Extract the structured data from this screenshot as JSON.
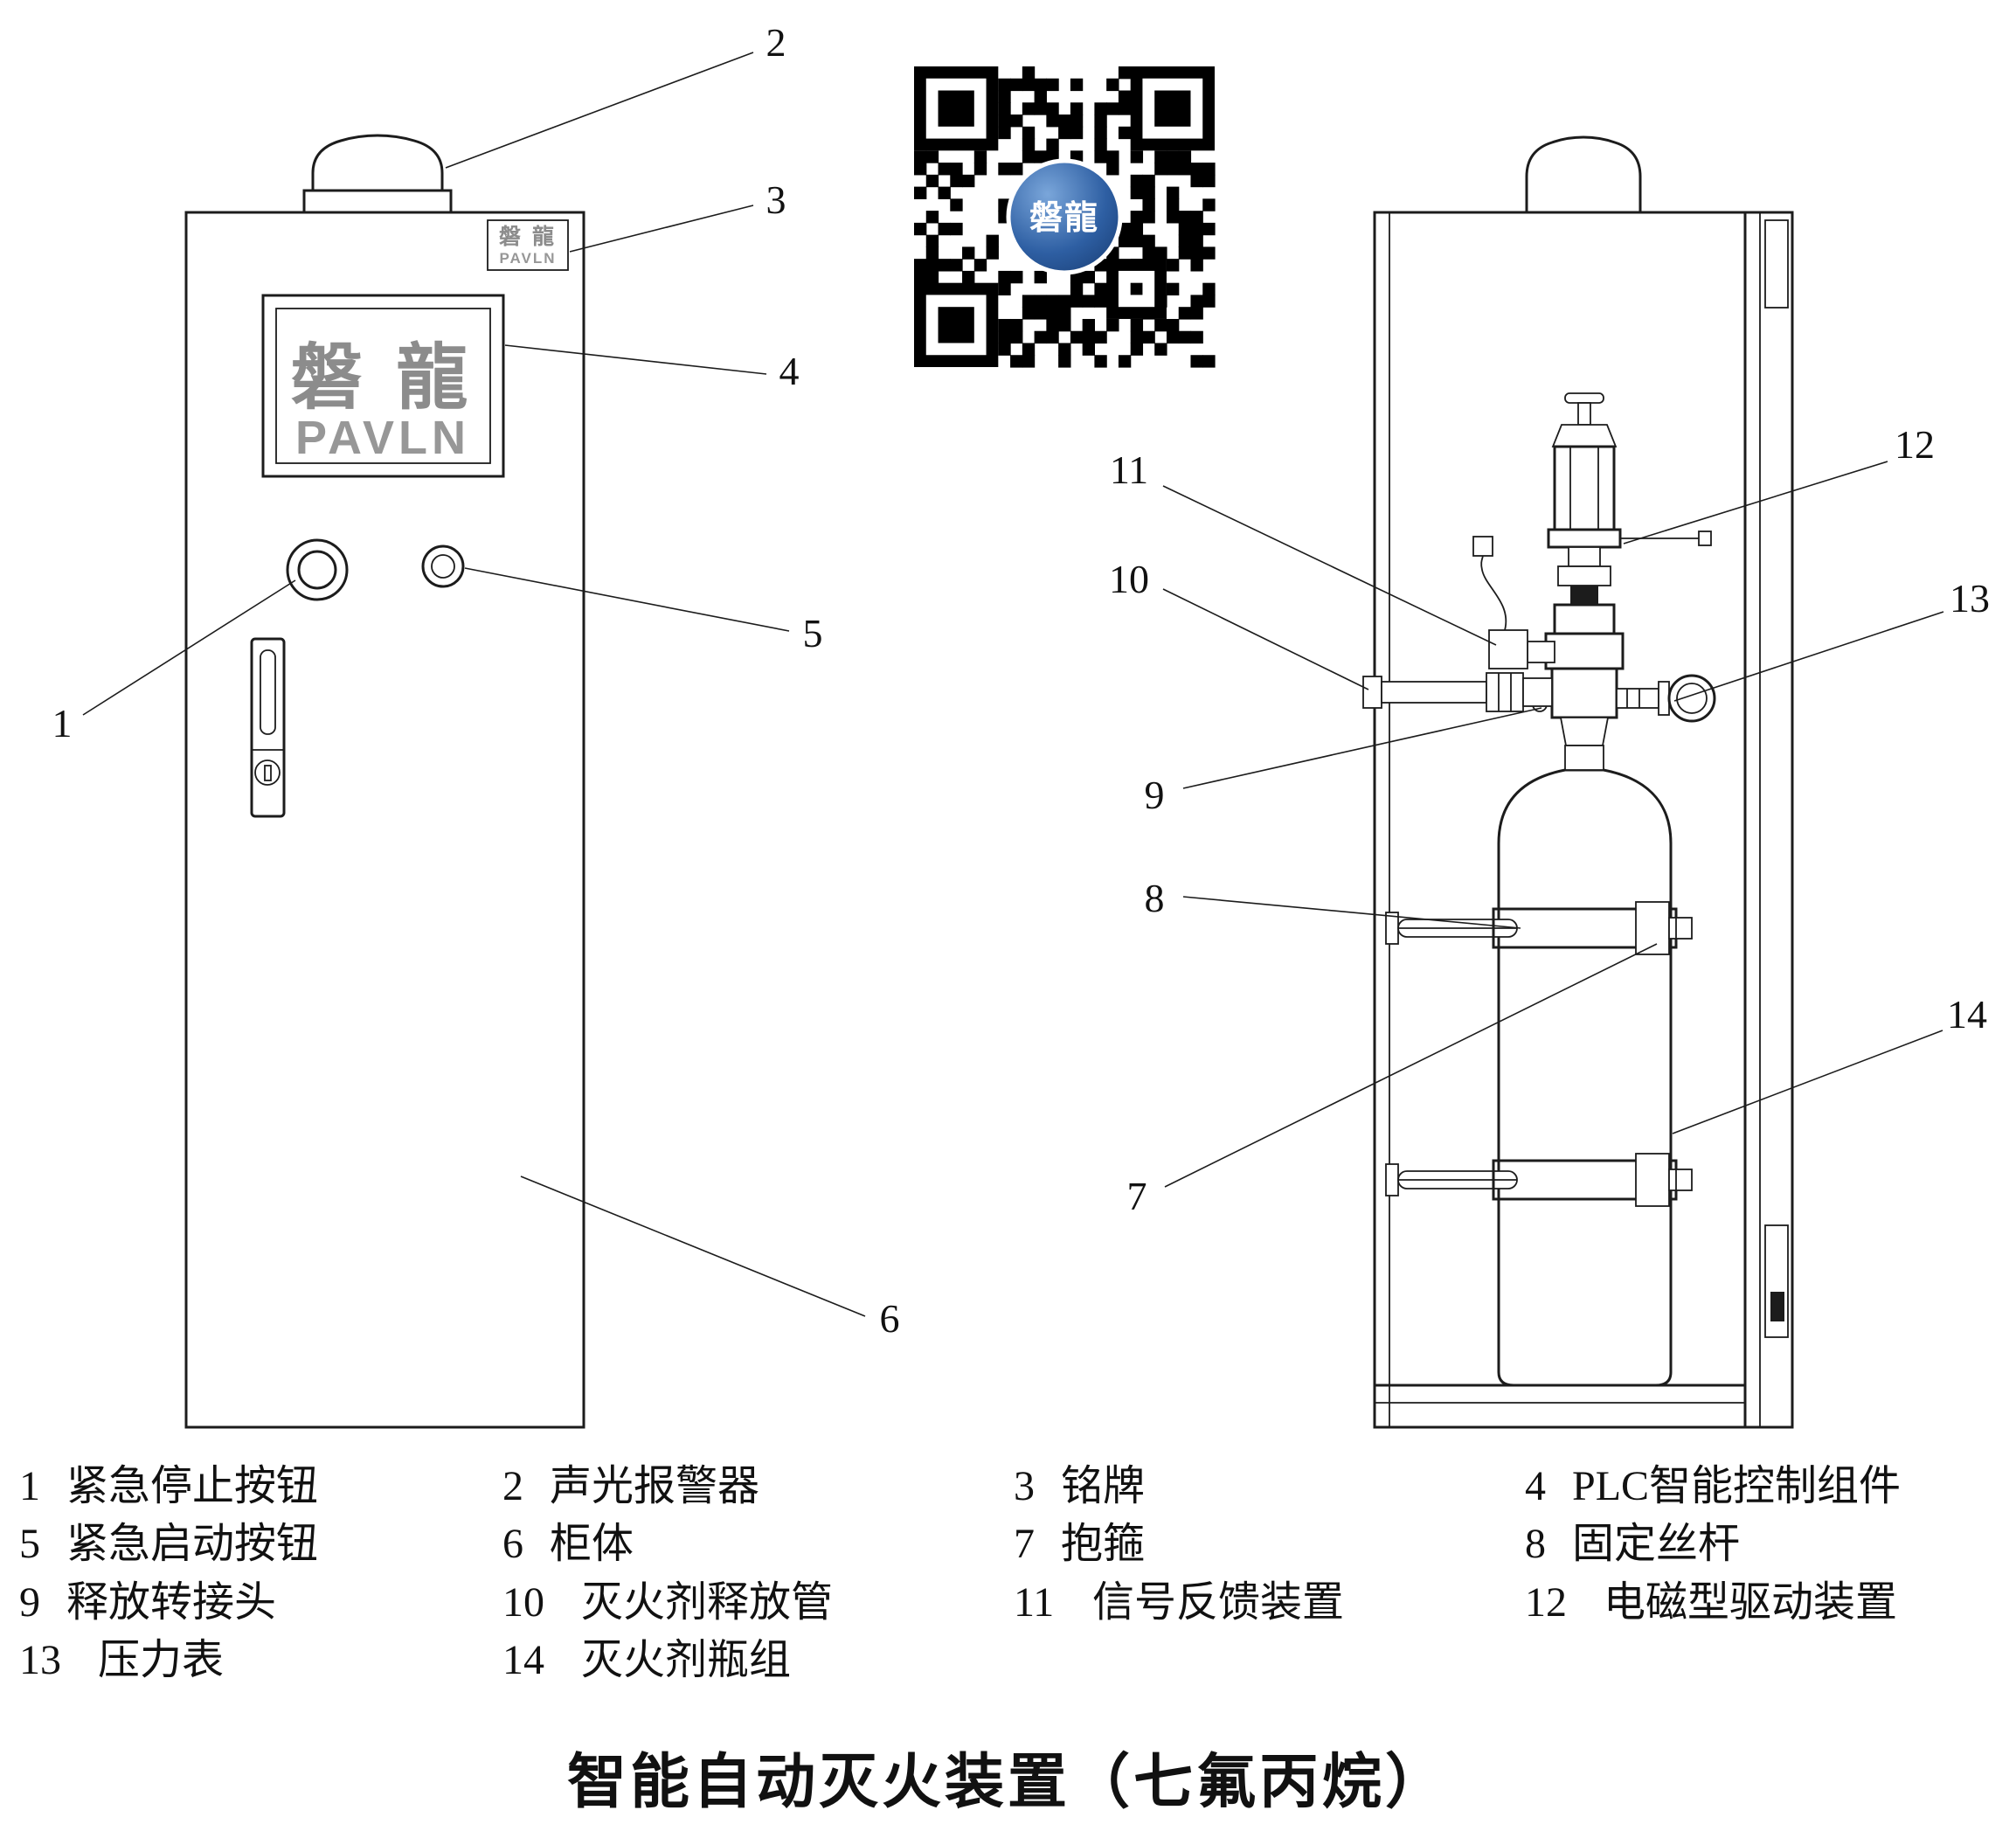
{
  "title": "智能自动灭火装置（七氟丙烷）",
  "brand": {
    "cn": "磐 龍",
    "en": "PAVLN",
    "qr_cn": "磐龍"
  },
  "colors": {
    "line": "#1c1c1c",
    "logo_gray": "#8c8c8c",
    "qr_logo_blue": "#2e5fa3"
  },
  "callouts": [
    "1",
    "2",
    "3",
    "4",
    "5",
    "6",
    "7",
    "8",
    "9",
    "10",
    "11",
    "12",
    "13",
    "14"
  ],
  "legend": {
    "items": [
      {
        "num": "1",
        "label": "紧急停止按钮"
      },
      {
        "num": "2",
        "label": "声光报警器"
      },
      {
        "num": "3",
        "label": "铭牌"
      },
      {
        "num": "4",
        "label": "PLC智能控制组件"
      },
      {
        "num": "5",
        "label": "紧急启动按钮"
      },
      {
        "num": "6",
        "label": "柜体"
      },
      {
        "num": "7",
        "label": "抱箍"
      },
      {
        "num": "8",
        "label": "固定丝杆"
      },
      {
        "num": "9",
        "label": "释放转接头"
      },
      {
        "num": "10",
        "label": "灭火剂释放管"
      },
      {
        "num": "11",
        "label": "信号反馈装置"
      },
      {
        "num": "12",
        "label": "电磁型驱动装置"
      },
      {
        "num": "13",
        "label": "压力表"
      },
      {
        "num": "14",
        "label": "灭火剂瓶组"
      }
    ]
  }
}
